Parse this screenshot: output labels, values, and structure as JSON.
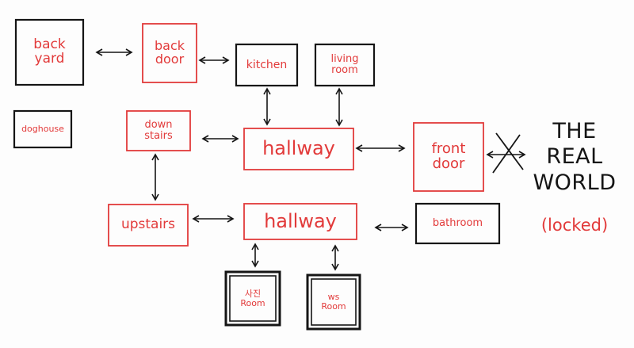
{
  "colors": {
    "red": "#e23a3a",
    "ink": "#151515",
    "paper": "#fdfdfd"
  },
  "rooms": {
    "back_yard": "back\nyard",
    "back_door": "back\ndoor",
    "kitchen": "kitchen",
    "living_room": "living\nroom",
    "doghouse": "doghouse",
    "down_stairs": "down\nstairs",
    "hallway_main": "hallway",
    "front_door": "front\ndoor",
    "upstairs": "upstairs",
    "hallway_upper": "hallway",
    "bathroom": "bathroom",
    "room_left": "사진\nRoom",
    "room_right": "ws\nRoom"
  },
  "outside": {
    "title": "THE\nREAL\nWORLD",
    "status": "(locked)"
  },
  "icons": {
    "blocked": "cross-out-icon",
    "connection": "double-arrow-icon"
  }
}
